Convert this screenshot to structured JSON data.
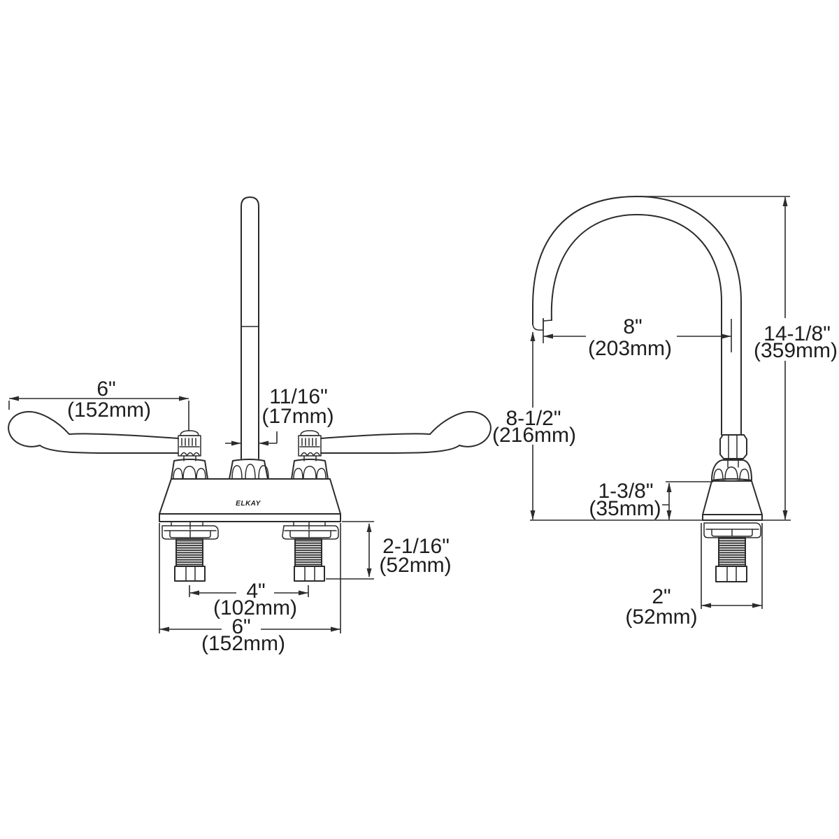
{
  "drawing": {
    "type": "technical-dimension-drawing",
    "subject": "two-handle deck-mount gooseneck faucet with wristblade handles",
    "logo": "ELKAY",
    "colors": {
      "background": "#ffffff",
      "line": "#2c2c2c",
      "text": "#1e1e1e"
    },
    "front_view": {
      "label": "front-view",
      "dims": {
        "handle_length": {
          "in": "6\"",
          "mm": "(152mm)"
        },
        "spout_diameter": {
          "in": "11/16\"",
          "mm": "(17mm)"
        },
        "shank_length": {
          "in": "2-1/16\"",
          "mm": "(52mm)"
        },
        "faucet_centers": {
          "in": "4\"",
          "mm": "(102mm)"
        },
        "base_width": {
          "in": "6\"",
          "mm": "(152mm)"
        }
      }
    },
    "side_view": {
      "label": "side-view",
      "dims": {
        "spout_reach": {
          "in": "8\"",
          "mm": "(203mm)"
        },
        "overall_height": {
          "in": "14-1/8\"",
          "mm": "(359mm)"
        },
        "spout_height": {
          "in": "8-1/2\"",
          "mm": "(216mm)"
        },
        "body_height": {
          "in": "1-3/8\"",
          "mm": "(35mm)"
        },
        "base_diameter": {
          "in": "2\"",
          "mm": "(52mm)"
        }
      }
    }
  }
}
